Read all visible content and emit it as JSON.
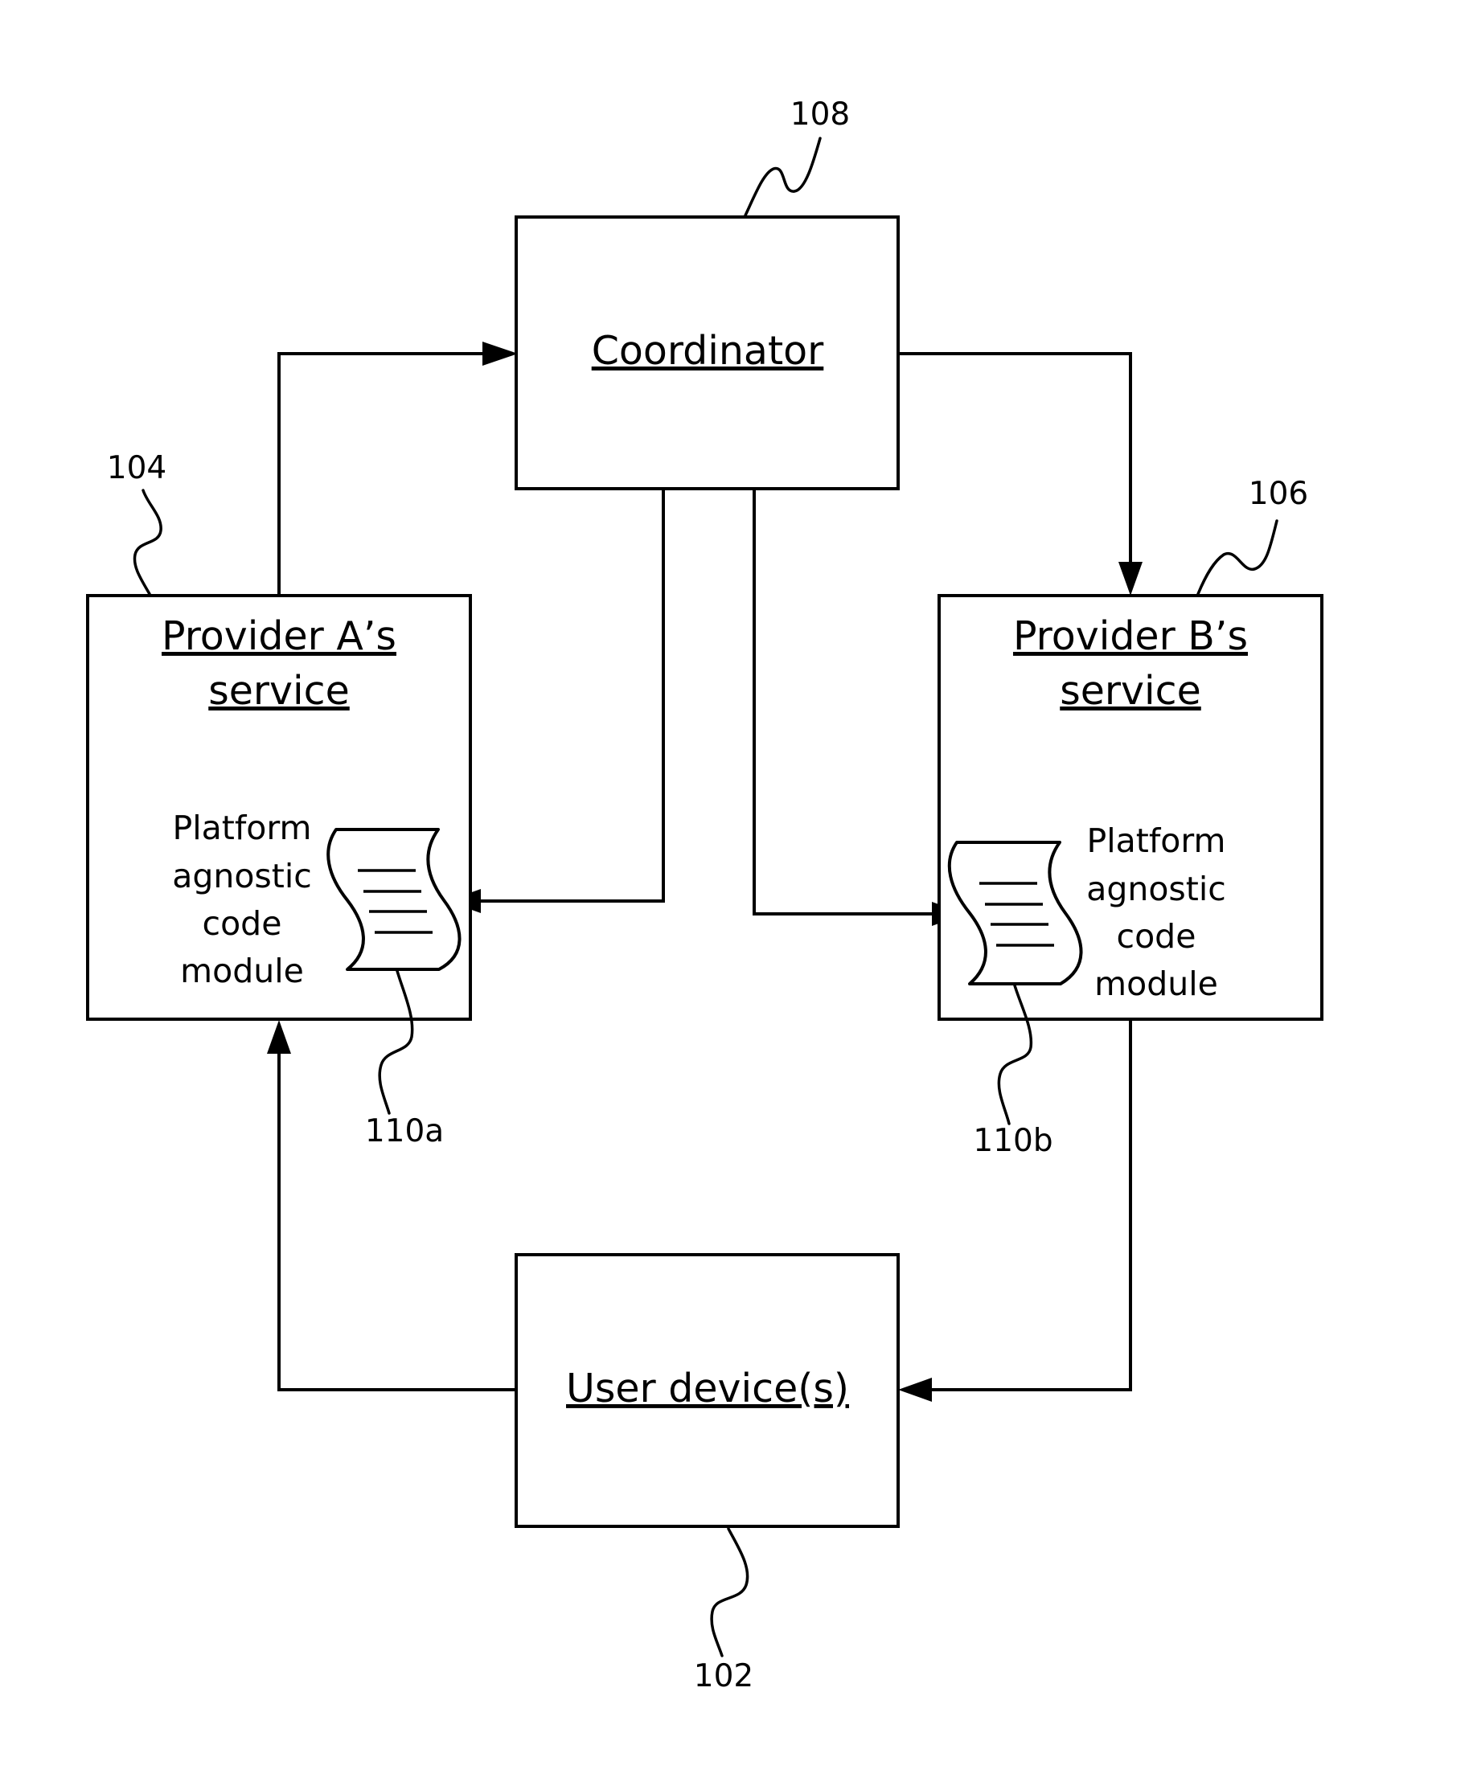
{
  "coordinator": {
    "title": "Coordinator",
    "ref": "108"
  },
  "provider_a": {
    "title_line1": "Provider A’s",
    "title_line2": "service",
    "ref": "104",
    "module_lines": [
      "Platform",
      "agnostic",
      "code",
      "module"
    ],
    "module_ref": "110a"
  },
  "provider_b": {
    "title_line1": "Provider B’s",
    "title_line2": "service",
    "ref": "106",
    "module_lines": [
      "Platform",
      "agnostic",
      "code",
      "module"
    ],
    "module_ref": "110b"
  },
  "user_device": {
    "title": "User device(s)",
    "ref": "102"
  }
}
